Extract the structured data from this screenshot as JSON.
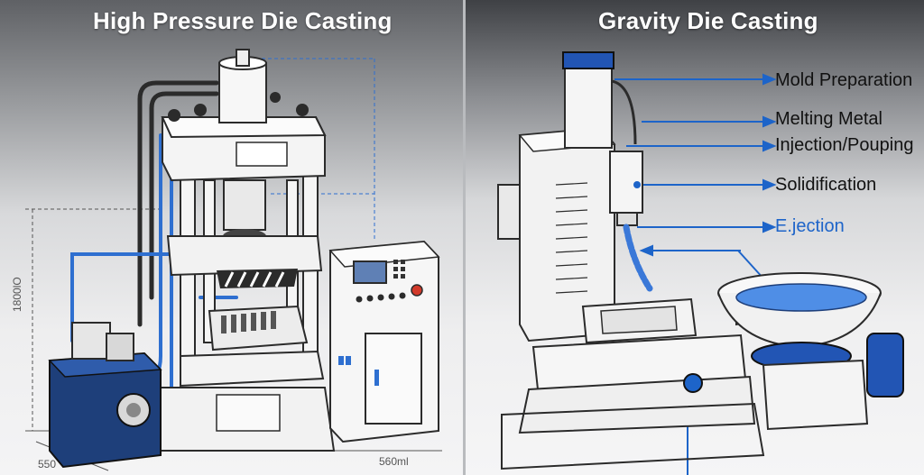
{
  "left_panel": {
    "title": "High Pressure Die Casting",
    "dimension_height": "1800lO",
    "dimension_width": "560ml",
    "dimension_depth": "550"
  },
  "right_panel": {
    "title": "Gravity Die Casting",
    "steps": [
      {
        "label": "Mold Preparation"
      },
      {
        "label": "Melting Metal"
      },
      {
        "label": "Injection/Pouping"
      },
      {
        "label": "Solidification"
      },
      {
        "label": "E.jection"
      }
    ]
  },
  "colors": {
    "accent_blue": "#1d64c9",
    "dark_blue": "#1e3f7a",
    "steel": "#f2f2f2",
    "outline": "#2b2b2b"
  }
}
